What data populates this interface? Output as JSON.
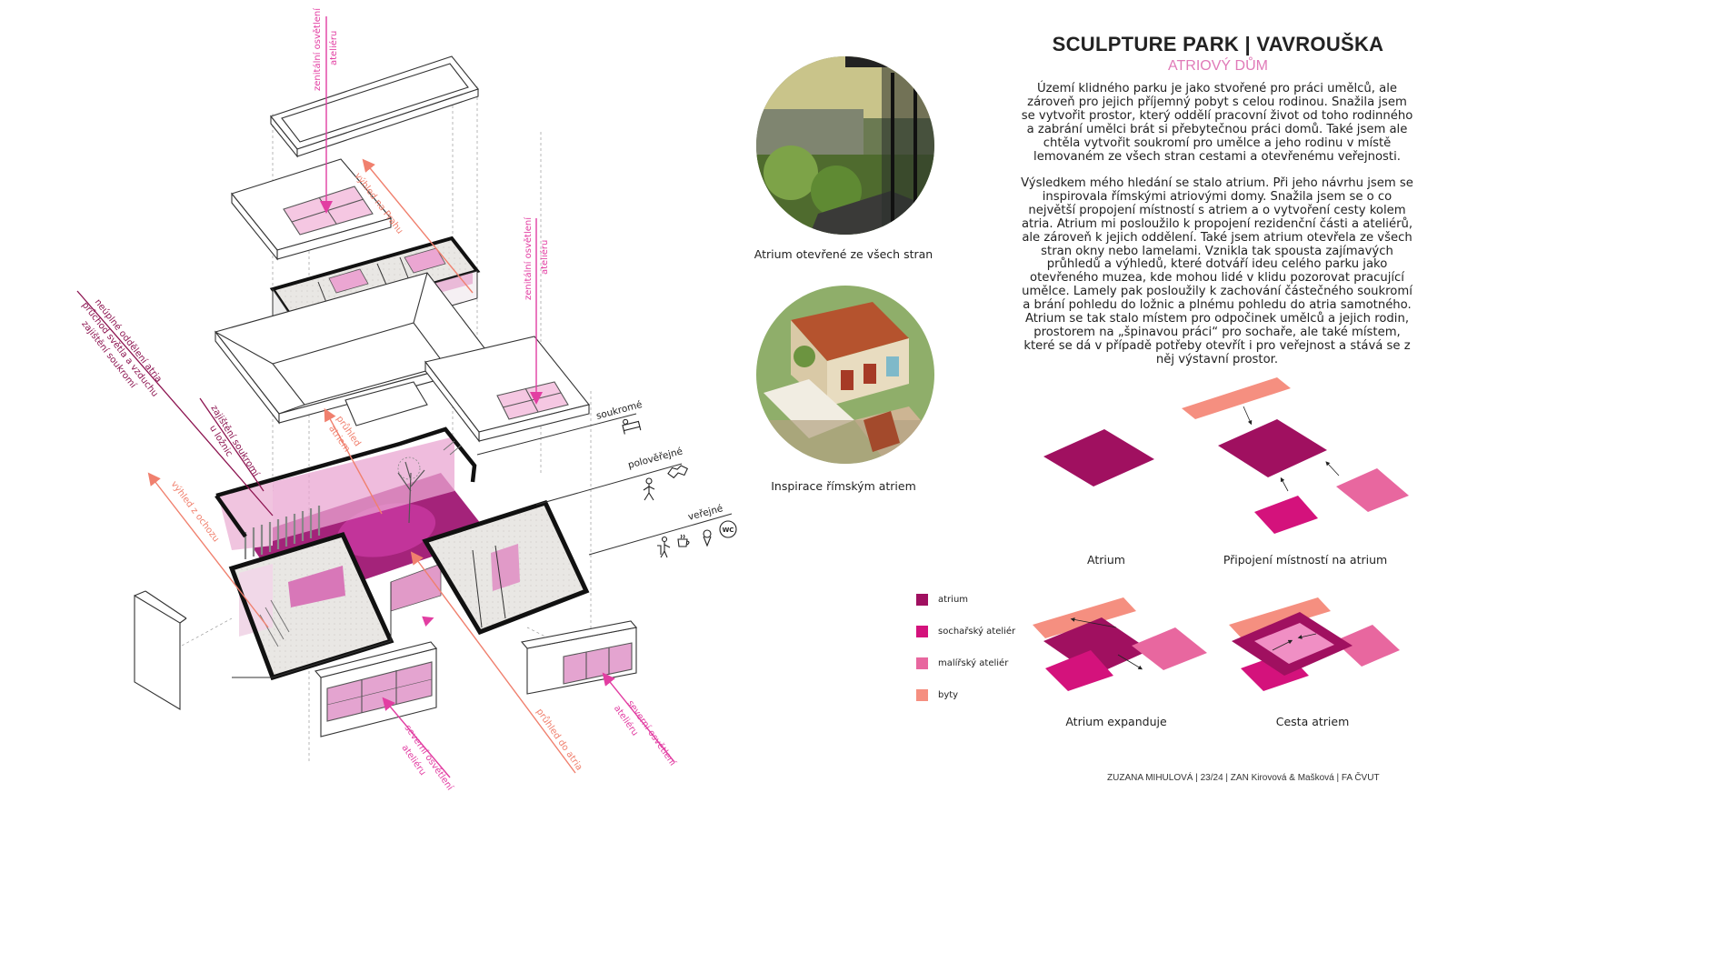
{
  "header": {
    "title": "SCULPTURE PARK | VAVROUŠKA",
    "subtitle": "ATRIOVÝ DŮM"
  },
  "text": {
    "paragraph1": "Území klidného parku je jako stvořené pro práci umělců, ale zároveň pro jejich příjemný pobyt s celou rodinou. Snažila jsem se vytvořit prostor, který oddělí pracovní život od toho rodinného a zabrání umělci brát si přebytečnou práci domů. Také jsem ale chtěla vytvořit soukromí pro umělce a jeho rodinu v místě lemovaném ze všech stran cestami a otevřenému veřejnosti.",
    "paragraph2": "Výsledkem mého hledání se stalo atrium. Při jeho návrhu jsem se inspirovala římskými atriovými domy. Snažila jsem se o co největší propojení místností s atriem a o vytvoření cesty kolem atria. Atrium mi posloužilo k propojení rezidenční části a ateliérů, ale zároveň k jejich oddělení. Také jsem atrium otevřela ze všech stran okny nebo lamelami. Vznikla tak spousta zajímavých průhledů a výhledů, které dotváří ideu celého parku jako otevřeného muzea, kde mohou lidé v klidu pozorovat pracující umělce. Lamely pak posloužily k zachování částečného soukromí a brání pohledu do ložnic a plnému pohledu do atria samotného. Atrium se tak stalo místem pro odpočinek umělců a jejich rodin, prostorem na „špinavou práci“ pro sochaře, ale také místem, které se dá v případě potřeby otevřít i pro veřejnost a stává se z něj výstavní prostor."
  },
  "photos": {
    "photo1_caption": "Atrium otevřené ze všech stran",
    "photo2_caption": "Inspirace římským atriem"
  },
  "diagram_labels": {
    "top_zenith": "zenitální osvětlení\nateliéru",
    "view_prague": "výhled na Prahu",
    "right_zenith": "zenitální osvětlení\nateliéru",
    "left_block": "neúplné oddělení atria\nprůchod světla a vzduchu\nzajištění soukromí",
    "bedrooms": "zajištění soukromí\nu ložnic",
    "atrium_glimpse": "průhled\natriem",
    "corridor_view": "výhled z ochozu",
    "north_left": "severní osvětlení\nateliéru",
    "view_into_atrium": "průhled do atria",
    "north_right": "severní osvětlení\nateliéru",
    "zone_private": "soukromé",
    "zone_semi": "polověřejné",
    "zone_public": "veřejné",
    "wc": "WC"
  },
  "scheme_captions": {
    "c1": "Atrium",
    "c2": "Připojení místností na atrium",
    "c3": "Atrium expanduje",
    "c4": "Cesta atriem"
  },
  "legend": {
    "items": [
      {
        "label": "atrium",
        "color": "#a01060"
      },
      {
        "label": "sochařský ateliér",
        "color": "#d4127c"
      },
      {
        "label": "malířský ateliér",
        "color": "#e8679f"
      },
      {
        "label": "byty",
        "color": "#f58f80"
      }
    ]
  },
  "footer": {
    "credit": "ZUZANA MIHULOVÁ | 23/24 | ZAN Kirovová & Mašková | FA ČVUT"
  },
  "colors": {
    "atrium": "#a01060",
    "sculpture": "#d4127c",
    "painting": "#e8679f",
    "flats": "#f58f80",
    "accent_text": "#e07ab8",
    "arrow_pink": "#e23ea2",
    "arrow_salmon": "#f0806e",
    "arrow_maroon": "#8c1450"
  },
  "icons": [
    "bed-icon",
    "handshake-icon",
    "walker-icon",
    "coffee-icon",
    "wc-icon"
  ]
}
